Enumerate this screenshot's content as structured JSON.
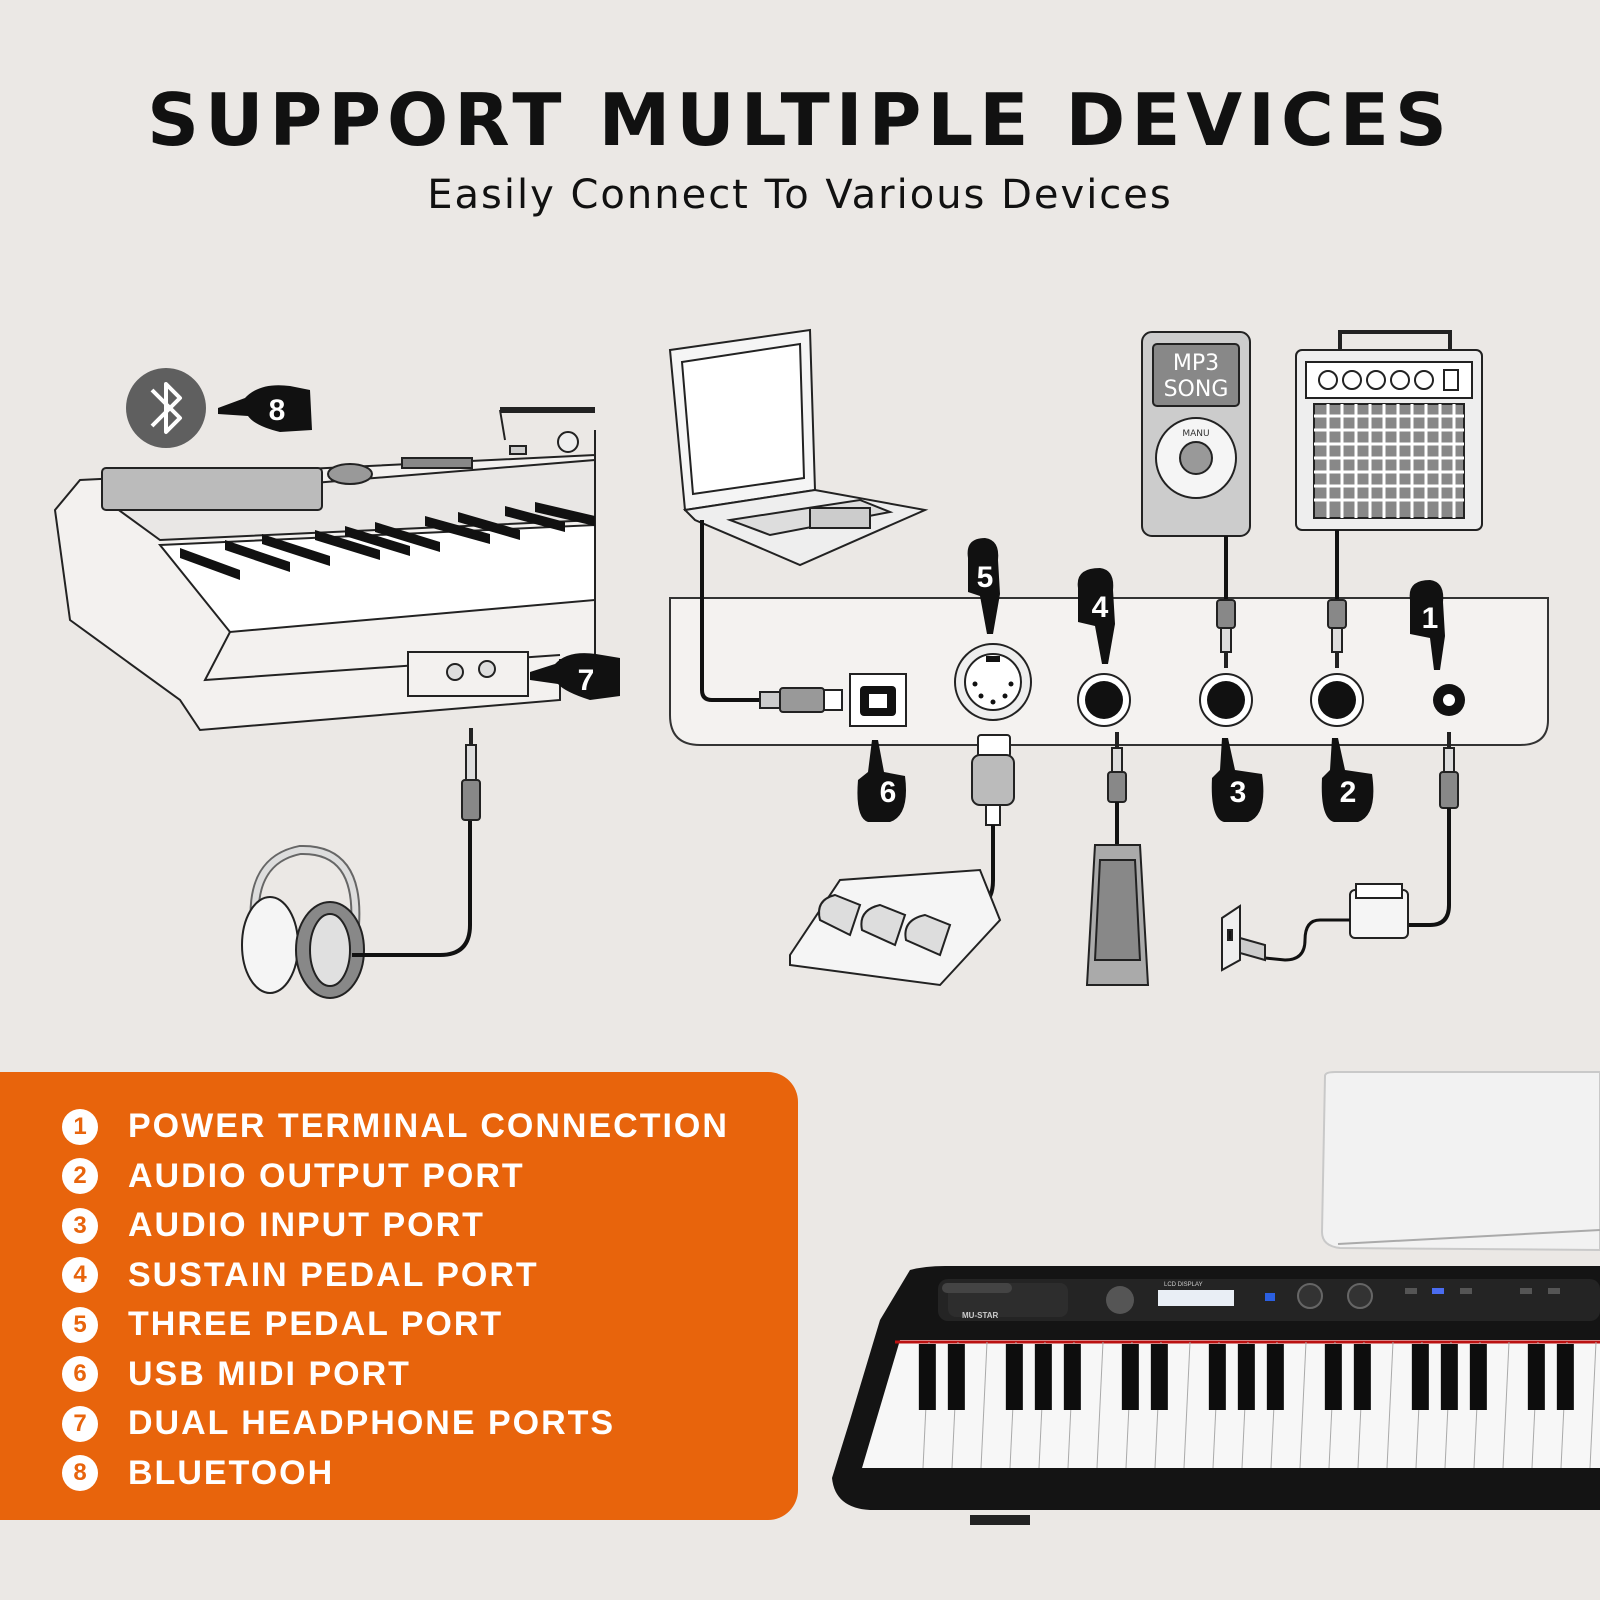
{
  "title": "SUPPORT MULTIPLE DEVICES",
  "subtitle": "Easily Connect To Various Devices",
  "diagram": {
    "mp3_screen_line1": "MP3",
    "mp3_screen_line2": "SONG",
    "mp3_wheel_label": "MANU",
    "pointer_numbers": [
      "1",
      "2",
      "3",
      "4",
      "5",
      "6",
      "7",
      "8"
    ]
  },
  "legend": [
    {
      "num": "1",
      "label": "POWER TERMINAL CONNECTION"
    },
    {
      "num": "2",
      "label": "AUDIO OUTPUT PORT"
    },
    {
      "num": "3",
      "label": "AUDIO INPUT PORT"
    },
    {
      "num": "4",
      "label": "SUSTAIN PEDAL PORT"
    },
    {
      "num": "5",
      "label": "THREE PEDAL PORT"
    },
    {
      "num": "6",
      "label": "USB MIDI PORT"
    },
    {
      "num": "7",
      "label": "DUAL HEADPHONE PORTS"
    },
    {
      "num": "8",
      "label": "BLUETOOH"
    }
  ],
  "piano_photo": {
    "brand": "MU-STAR",
    "display_label": "LCD DISPLAY"
  },
  "colors": {
    "background": "#ebe8e5",
    "accent_orange": "#e8640c",
    "ink": "#111111",
    "bluetooth_grey": "#5f5f5f"
  }
}
